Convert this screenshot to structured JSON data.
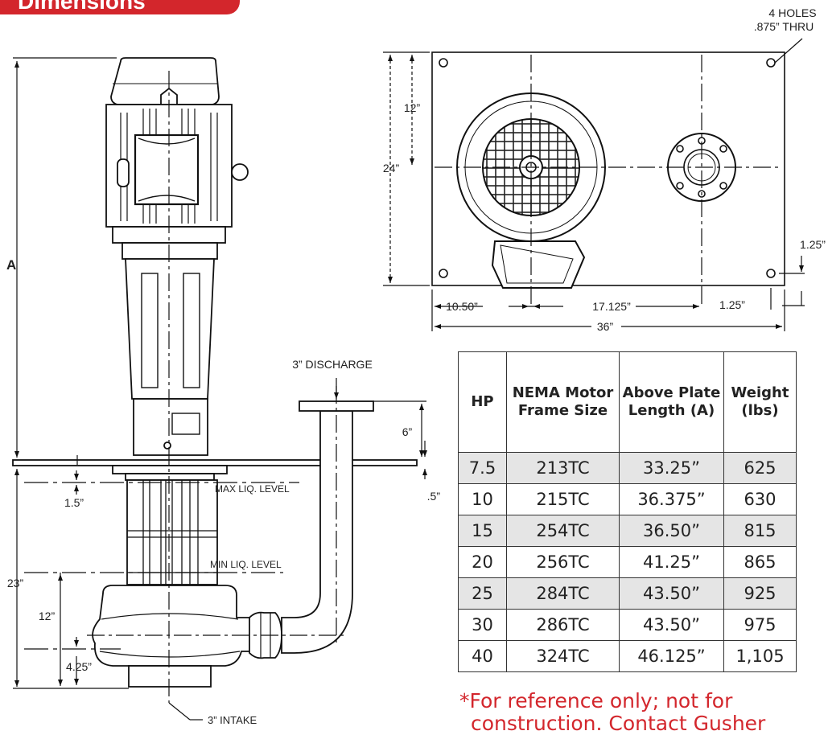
{
  "header": {
    "title": "Dimensions"
  },
  "drawing": {
    "holes_line1": "4 HOLES",
    "holes_line2": ".875” THRU",
    "dim_12_top": "12”",
    "dim_24": "24”",
    "dim_1_25_right": "1.25”",
    "dim_1_25_bottom": "1.25”",
    "dim_10_50": "10.50”",
    "dim_17_125": "17.125”",
    "dim_36": "36”",
    "dim_A": "A",
    "discharge": "3” DISCHARGE",
    "dim_6": "6”",
    "dim_0_5": ".5”",
    "dim_1_5": "1.5”",
    "max_liq": "MAX LIQ. LEVEL",
    "min_liq": "MIN LIQ. LEVEL",
    "dim_23": "23”",
    "dim_12_side": "12”",
    "dim_4_25": "4.25”",
    "intake": "3” INTAKE"
  },
  "table": {
    "headers": [
      "HP",
      "NEMA Motor Frame Size",
      "Above Plate Length (A)",
      "Weight (lbs)"
    ],
    "rows": [
      [
        "7.5",
        "213TC",
        "33.25”",
        "625"
      ],
      [
        "10",
        "215TC",
        "36.375”",
        "630"
      ],
      [
        "15",
        "254TC",
        "36.50”",
        "815"
      ],
      [
        "20",
        "256TC",
        "41.25”",
        "865"
      ],
      [
        "25",
        "284TC",
        "43.50”",
        "925"
      ],
      [
        "30",
        "286TC",
        "43.50”",
        "975"
      ],
      [
        "40",
        "324TC",
        "46.125”",
        "1,105"
      ]
    ]
  },
  "note": {
    "line1": "*For reference only; not for",
    "line2": "construction. Contact Gusher"
  },
  "colors": {
    "accent": "#d3262c",
    "row_shade": "#e5e5e5"
  }
}
